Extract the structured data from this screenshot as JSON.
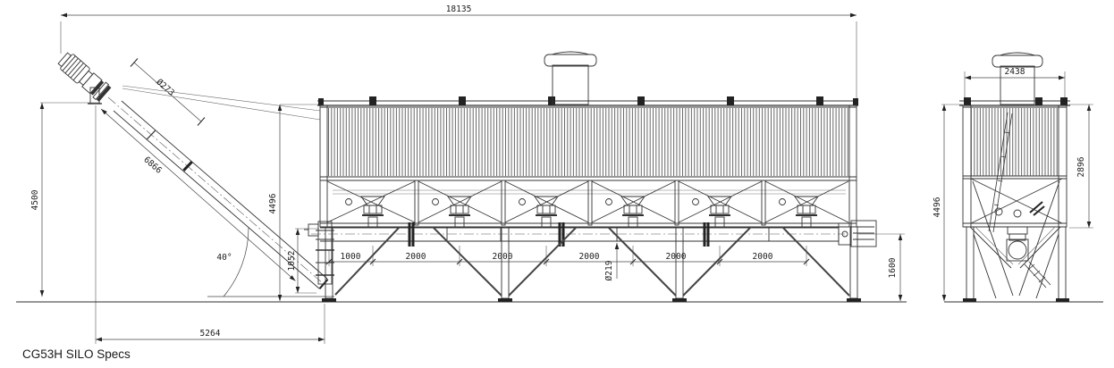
{
  "caption": "CG53H SILO Specs",
  "drawing": {
    "front_view": {
      "dims": {
        "overall_length": "18135",
        "discharge_height": "4500",
        "screw_diameter": "Ø273",
        "screw_length": "6866",
        "screw_angle": "40°",
        "frame_height": "4496",
        "inlet_drop": "1052",
        "discharge_reach": "5264",
        "bays": [
          "1000",
          "2000",
          "2000",
          "2000",
          "2000",
          "2000"
        ],
        "collector_diameter": "Ø219",
        "clearance": "1600"
      }
    },
    "side_view": {
      "dims": {
        "top_width": "2438",
        "wall_height": "2896",
        "frame_height": "4496"
      }
    }
  }
}
